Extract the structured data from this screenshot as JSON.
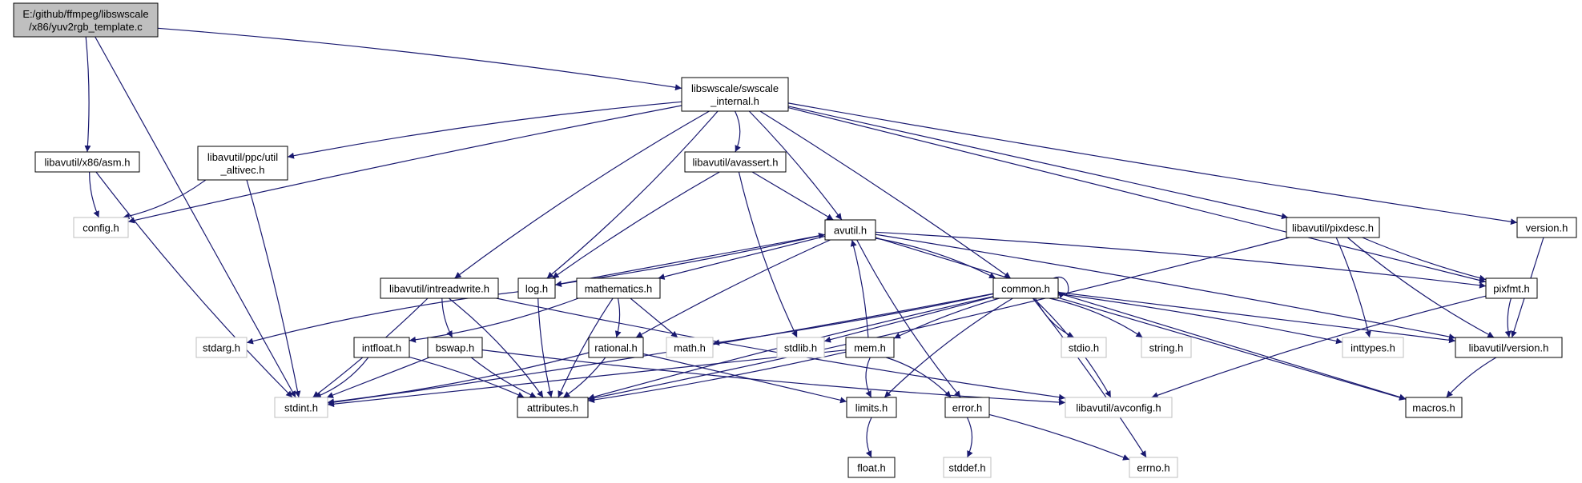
{
  "graph": {
    "edge_color": "#191970",
    "nodes": {
      "root": {
        "lines": [
          "E:/github/ffmpeg/libswscale",
          "/x86/yuv2rgb_template.c"
        ]
      },
      "swscale_internal": {
        "lines": [
          "libswscale/swscale",
          "_internal.h"
        ]
      },
      "x86_asm": {
        "lines": [
          "libavutil/x86/asm.h"
        ]
      },
      "ppc_util_altivec": {
        "lines": [
          "libavutil/ppc/util",
          "_altivec.h"
        ]
      },
      "avassert": {
        "lines": [
          "libavutil/avassert.h"
        ]
      },
      "config": {
        "lines": [
          "config.h"
        ]
      },
      "avutil": {
        "lines": [
          "avutil.h"
        ]
      },
      "pixdesc": {
        "lines": [
          "libavutil/pixdesc.h"
        ]
      },
      "version_h": {
        "lines": [
          "version.h"
        ]
      },
      "intreadwrite": {
        "lines": [
          "libavutil/intreadwrite.h"
        ]
      },
      "log": {
        "lines": [
          "log.h"
        ]
      },
      "mathematics": {
        "lines": [
          "mathematics.h"
        ]
      },
      "common": {
        "lines": [
          "common.h"
        ]
      },
      "pixfmt": {
        "lines": [
          "pixfmt.h"
        ]
      },
      "stdarg": {
        "lines": [
          "stdarg.h"
        ]
      },
      "intfloat": {
        "lines": [
          "intfloat.h"
        ]
      },
      "bswap": {
        "lines": [
          "bswap.h"
        ]
      },
      "rational": {
        "lines": [
          "rational.h"
        ]
      },
      "math_h": {
        "lines": [
          "math.h"
        ]
      },
      "stdlib": {
        "lines": [
          "stdlib.h"
        ]
      },
      "mem": {
        "lines": [
          "mem.h"
        ]
      },
      "stdio": {
        "lines": [
          "stdio.h"
        ]
      },
      "string": {
        "lines": [
          "string.h"
        ]
      },
      "inttypes": {
        "lines": [
          "inttypes.h"
        ]
      },
      "av_version": {
        "lines": [
          "libavutil/version.h"
        ]
      },
      "stdint": {
        "lines": [
          "stdint.h"
        ]
      },
      "attributes": {
        "lines": [
          "attributes.h"
        ]
      },
      "limits": {
        "lines": [
          "limits.h"
        ]
      },
      "error": {
        "lines": [
          "error.h"
        ]
      },
      "avconfig": {
        "lines": [
          "libavutil/avconfig.h"
        ]
      },
      "macros": {
        "lines": [
          "macros.h"
        ]
      },
      "float_h": {
        "lines": [
          "float.h"
        ]
      },
      "stddef": {
        "lines": [
          "stddef.h"
        ]
      },
      "errno": {
        "lines": [
          "errno.h"
        ]
      }
    },
    "edges": [
      [
        "root",
        "swscale_internal"
      ],
      [
        "root",
        "x86_asm"
      ],
      [
        "root",
        "stdint"
      ],
      [
        "swscale_internal",
        "config"
      ],
      [
        "swscale_internal",
        "ppc_util_altivec"
      ],
      [
        "swscale_internal",
        "avassert"
      ],
      [
        "swscale_internal",
        "avutil"
      ],
      [
        "swscale_internal",
        "pixdesc"
      ],
      [
        "swscale_internal",
        "version_h"
      ],
      [
        "swscale_internal",
        "intreadwrite"
      ],
      [
        "swscale_internal",
        "log"
      ],
      [
        "swscale_internal",
        "common"
      ],
      [
        "swscale_internal",
        "pixfmt"
      ],
      [
        "x86_asm",
        "config"
      ],
      [
        "x86_asm",
        "stdint"
      ],
      [
        "ppc_util_altivec",
        "config"
      ],
      [
        "ppc_util_altivec",
        "stdint"
      ],
      [
        "avassert",
        "avutil"
      ],
      [
        "avassert",
        "log"
      ],
      [
        "avassert",
        "stdlib"
      ],
      [
        "avutil",
        "common"
      ],
      [
        "avutil",
        "log"
      ],
      [
        "avutil",
        "mathematics"
      ],
      [
        "avutil",
        "rational"
      ],
      [
        "avutil",
        "error"
      ],
      [
        "avutil",
        "pixfmt"
      ],
      [
        "avutil",
        "av_version"
      ],
      [
        "avutil",
        "macros"
      ],
      [
        "pixdesc",
        "pixfmt"
      ],
      [
        "pixdesc",
        "av_version"
      ],
      [
        "pixdesc",
        "attributes"
      ],
      [
        "pixdesc",
        "inttypes"
      ],
      [
        "version_h",
        "av_version"
      ],
      [
        "intreadwrite",
        "bswap"
      ],
      [
        "intreadwrite",
        "avconfig"
      ],
      [
        "intreadwrite",
        "attributes"
      ],
      [
        "intreadwrite",
        "stdint"
      ],
      [
        "log",
        "avutil"
      ],
      [
        "log",
        "attributes"
      ],
      [
        "log",
        "stdarg"
      ],
      [
        "mathematics",
        "intfloat"
      ],
      [
        "mathematics",
        "rational"
      ],
      [
        "mathematics",
        "math_h"
      ],
      [
        "mathematics",
        "attributes"
      ],
      [
        "common",
        "common"
      ],
      [
        "common",
        "stdint"
      ],
      [
        "common",
        "math_h"
      ],
      [
        "common",
        "stdlib"
      ],
      [
        "common",
        "mem"
      ],
      [
        "common",
        "stdio"
      ],
      [
        "common",
        "string"
      ],
      [
        "common",
        "inttypes"
      ],
      [
        "common",
        "av_version"
      ],
      [
        "common",
        "attributes"
      ],
      [
        "common",
        "limits"
      ],
      [
        "common",
        "avconfig"
      ],
      [
        "common",
        "errno"
      ],
      [
        "common",
        "macros"
      ],
      [
        "pixfmt",
        "av_version"
      ],
      [
        "pixfmt",
        "avconfig"
      ],
      [
        "intfloat",
        "stdint"
      ],
      [
        "intfloat",
        "attributes"
      ],
      [
        "bswap",
        "stdint"
      ],
      [
        "bswap",
        "attributes"
      ],
      [
        "bswap",
        "avconfig"
      ],
      [
        "rational",
        "stdint"
      ],
      [
        "rational",
        "attributes"
      ],
      [
        "rational",
        "limits"
      ],
      [
        "mem",
        "avutil"
      ],
      [
        "mem",
        "limits"
      ],
      [
        "mem",
        "error"
      ],
      [
        "mem",
        "attributes"
      ],
      [
        "mem",
        "stdint"
      ],
      [
        "av_version",
        "macros"
      ],
      [
        "limits",
        "float_h"
      ],
      [
        "error",
        "stddef"
      ],
      [
        "error",
        "errno"
      ]
    ]
  }
}
